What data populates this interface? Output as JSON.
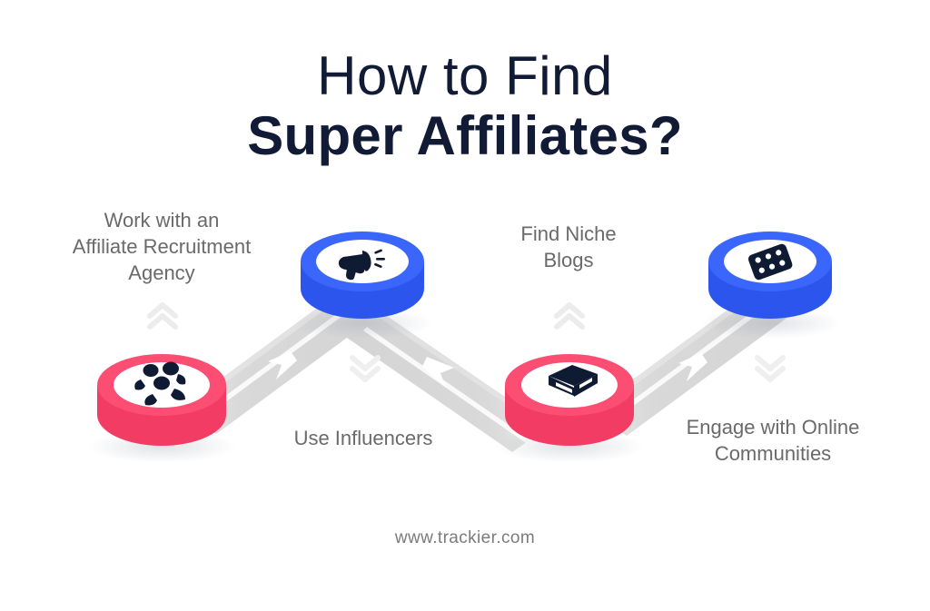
{
  "title": {
    "line1": "How to Find",
    "line2": "Super Affiliates?"
  },
  "footer": {
    "url": "www.trackier.com"
  },
  "colors": {
    "pink": "#FB4E72",
    "pink_dark": "#F23C63",
    "blue": "#3A66FB",
    "blue_dark": "#2C55EE",
    "navy_text": "#111B35",
    "label_gray": "#6A6A6A",
    "band_gray": "#DCDCDC",
    "chevron_gray": "#EDEDED",
    "icon_navy": "#0F1A33",
    "node_face": "#FFFFFF",
    "background": "#FFFFFF"
  },
  "steps": [
    {
      "id": "step-1",
      "label": "Work with an\nAffiliate Recruitment\nAgency",
      "label_lines": [
        "Work with an",
        "Affiliate Recruitment",
        "Agency"
      ],
      "color": "#FB4E72",
      "color_name": "pink",
      "icon": "people-group-icon",
      "position": "bottom-left",
      "label_position": "above"
    },
    {
      "id": "step-2",
      "label": "Use Influencers",
      "label_lines": [
        "Use Influencers"
      ],
      "color": "#3A66FB",
      "color_name": "blue",
      "icon": "megaphone-icon",
      "position": "top-left-center",
      "label_position": "below"
    },
    {
      "id": "step-3",
      "label": "Find Niche\nBlogs",
      "label_lines": [
        "Find Niche",
        "Blogs"
      ],
      "color": "#FB4E72",
      "color_name": "pink",
      "icon": "book-icon",
      "position": "bottom-right-center",
      "label_position": "above"
    },
    {
      "id": "step-4",
      "label": "Engage with Online\nCommunities",
      "label_lines": [
        "Engage with Online",
        "Communities"
      ],
      "color": "#3A66FB",
      "color_name": "blue",
      "icon": "grid-network-icon",
      "position": "top-right",
      "label_position": "below"
    }
  ],
  "connectors": [
    {
      "id": "connector-1",
      "from": "step-1",
      "to": "step-2",
      "direction": "up-right",
      "marker": "arrow-marker"
    },
    {
      "id": "connector-2",
      "from": "step-2",
      "to": "step-3",
      "direction": "down-right",
      "marker": "arrow-marker"
    },
    {
      "id": "connector-3",
      "from": "step-3",
      "to": "step-4",
      "direction": "up-right",
      "marker": "arrow-marker"
    }
  ],
  "chevrons": [
    {
      "id": "chevron-1",
      "glyph": "double-chevron-up-icon",
      "near": "step-1"
    },
    {
      "id": "chevron-2",
      "glyph": "double-chevron-down-icon",
      "near": "step-2"
    },
    {
      "id": "chevron-3",
      "glyph": "double-chevron-up-icon",
      "near": "step-3"
    },
    {
      "id": "chevron-4",
      "glyph": "double-chevron-down-icon",
      "near": "step-4"
    }
  ]
}
